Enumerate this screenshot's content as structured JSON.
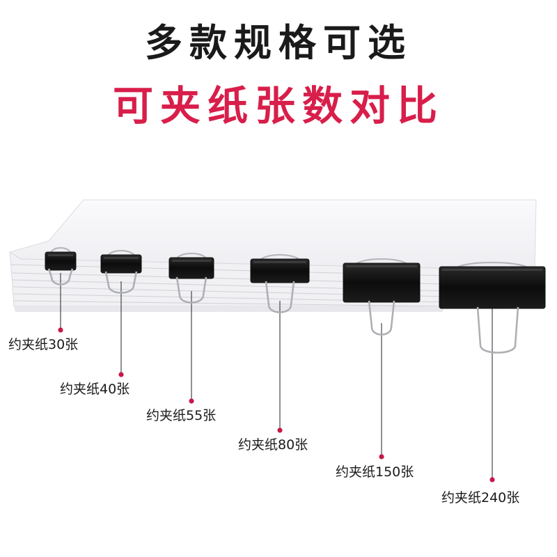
{
  "heading": {
    "line1": "多款规格可选",
    "line2": "可夹纸张数对比",
    "line2_color": "#d81e4a"
  },
  "colors": {
    "marker": "#c8174a",
    "clip_black": "#111111",
    "paper": "#f4f4f6"
  },
  "clips": [
    {
      "label": "约夹纸30张",
      "sheets": 30
    },
    {
      "label": "约夹纸40张",
      "sheets": 40
    },
    {
      "label": "约夹纸55张",
      "sheets": 55
    },
    {
      "label": "约夹纸80张",
      "sheets": 80
    },
    {
      "label": "约夹纸150张",
      "sheets": 150
    },
    {
      "label": "约夹纸240张",
      "sheets": 240
    }
  ]
}
